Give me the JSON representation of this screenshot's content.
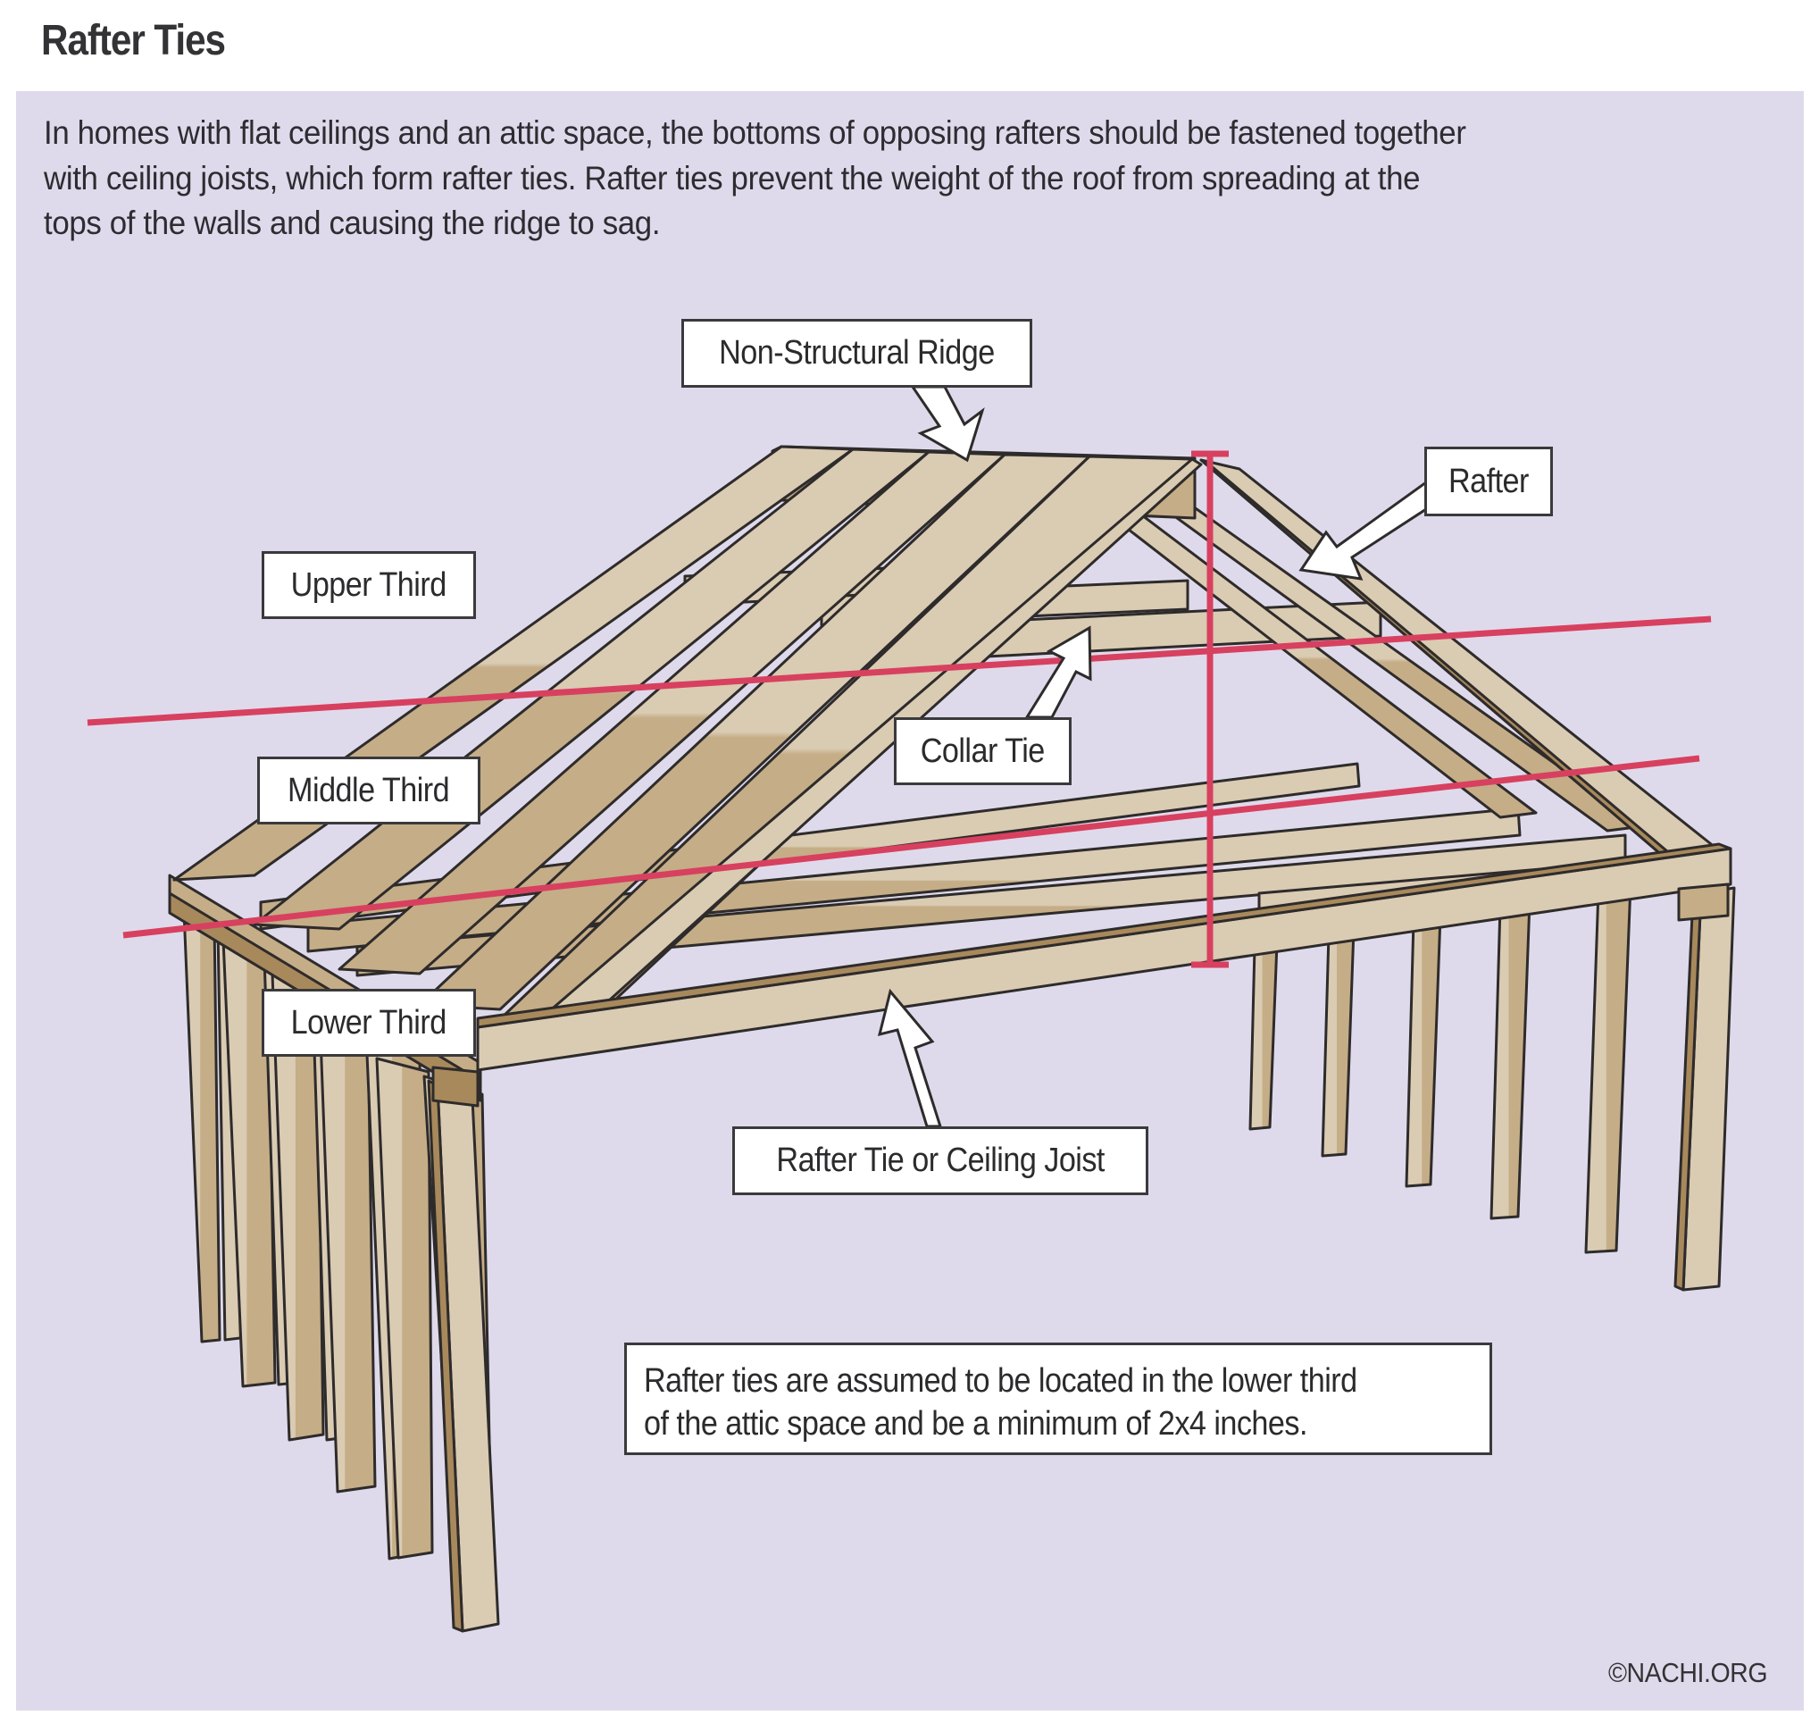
{
  "title": "Rafter Ties",
  "intro": {
    "lines": [
      "In homes with flat ceilings and an attic space, the bottoms of opposing rafters should be fastened together",
      "with ceiling joists, which form rafter ties. Rafter ties prevent the weight of the roof from spreading at the",
      "tops of the walls and causing the ridge to sag."
    ]
  },
  "labels": {
    "ridge": "Non-Structural Ridge",
    "rafter": "Rafter",
    "upper_third": "Upper Third",
    "middle_third": "Middle Third",
    "lower_third": "Lower Third",
    "collar_tie": "Collar Tie",
    "rafter_tie": "Rafter Tie or Ceiling Joist"
  },
  "note": {
    "lines": [
      "Rafter ties are assumed to be located in the lower third",
      "of the attic space and be a minimum of 2x4 inches."
    ]
  },
  "credit": "©NACHI.ORG",
  "colors": {
    "panel": "#dfdaeb",
    "wood_light": "#dacbb3",
    "wood_mid": "#c5ad87",
    "wood_dark": "#a8895c",
    "outline": "#2e2b2b",
    "divider_red": "#d8405f"
  }
}
